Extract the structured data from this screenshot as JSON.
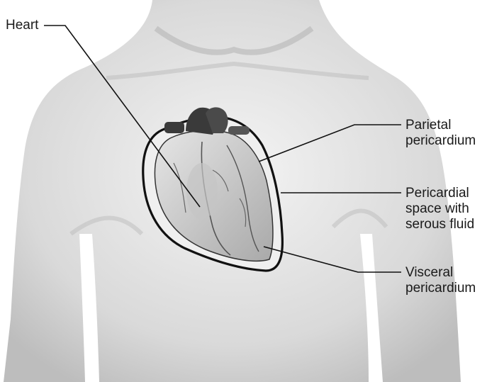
{
  "labels": {
    "heart": "Heart",
    "parietal": [
      "Parietal",
      "pericardium"
    ],
    "space": [
      "Pericardial",
      "space with",
      "serous fluid"
    ],
    "visceral": [
      "Visceral",
      "pericardium"
    ]
  },
  "colors": {
    "torso_shade": "#c9c9c9",
    "outline": "#111111",
    "heart_fill": "#d6d6d6",
    "vessel_dark": "#3a3a3a"
  }
}
